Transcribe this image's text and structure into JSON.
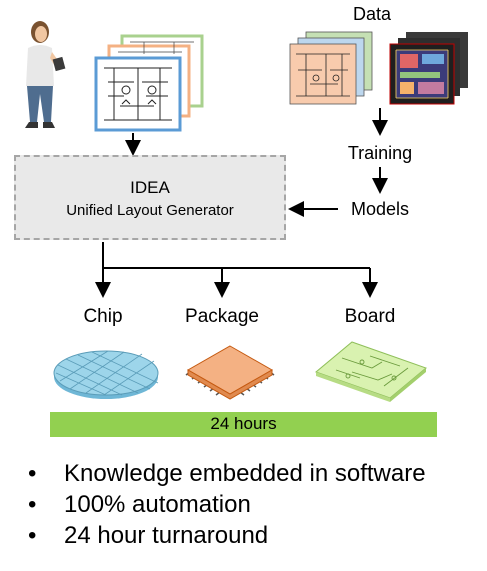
{
  "data_label": "Data",
  "training_label": "Training",
  "models_label": "Models",
  "generator": {
    "title": "IDEA",
    "subtitle": "Unified Layout Generator"
  },
  "outputs": {
    "chip": "Chip",
    "package": "Package",
    "board": "Board"
  },
  "timeline": "24 hours",
  "bullets": [
    "Knowledge embedded in software",
    "100% automation",
    "24 hour turnaround"
  ],
  "colors": {
    "generator_fill": "#e9e9e9",
    "generator_border": "#a6a6a6",
    "timeline_bar": "#92d050",
    "schematic_orange": "#f4b183",
    "schematic_green": "#c5e0b4",
    "schematic_blue": "#9dc3e6",
    "wafer": "#9dd5ea",
    "package_fill": "#f4b183",
    "board_fill": "#d9f2b0"
  }
}
